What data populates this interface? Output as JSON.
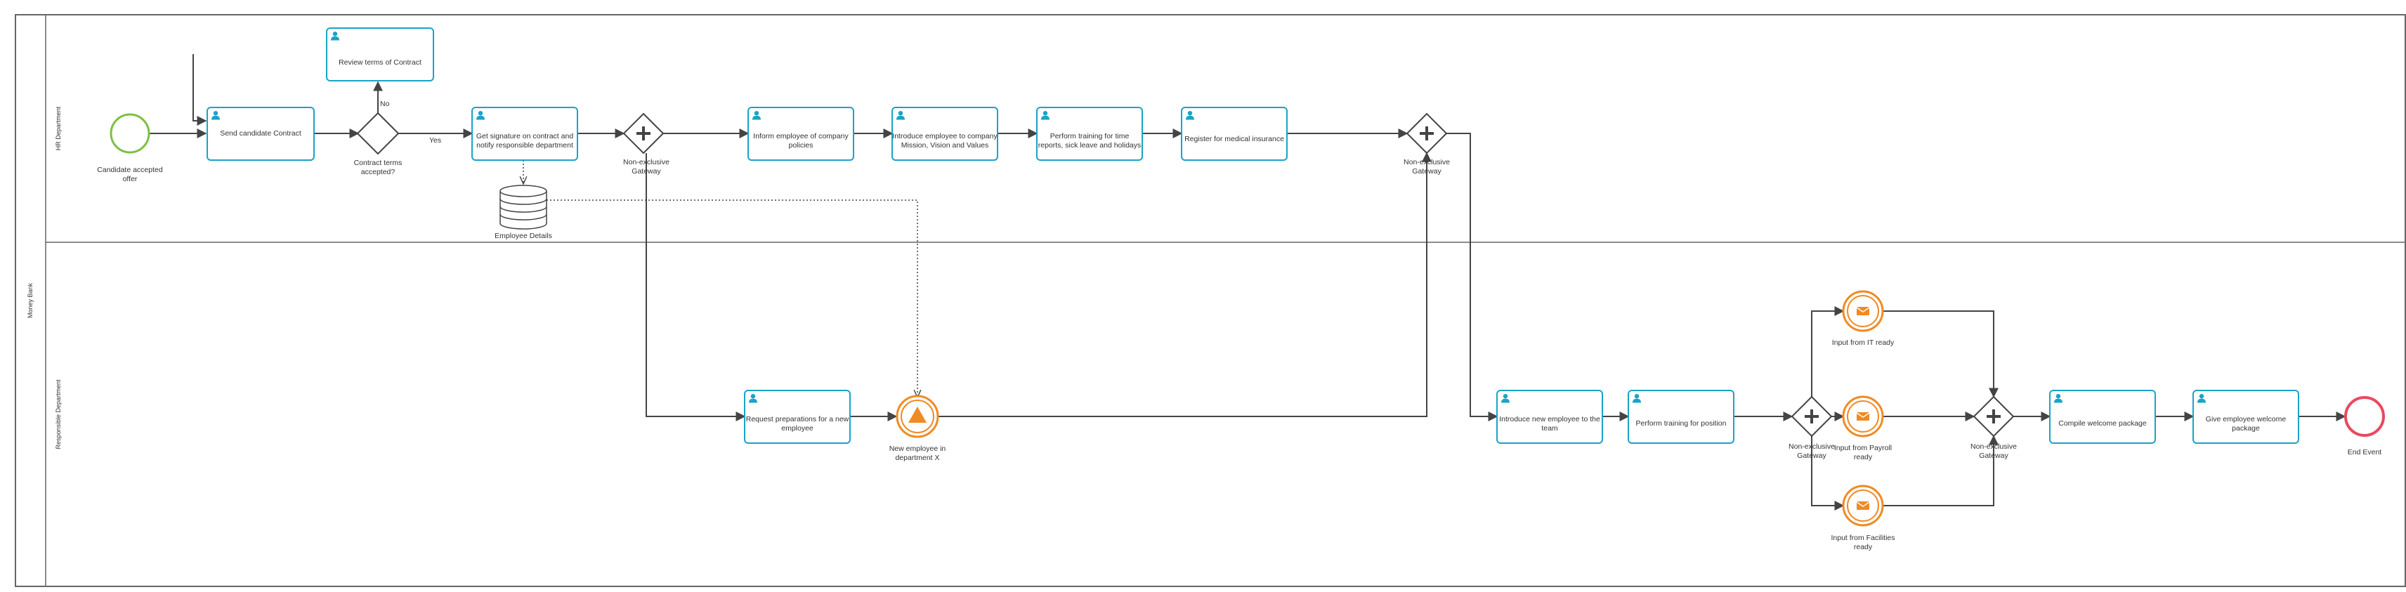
{
  "pool": {
    "name": "Money Bank"
  },
  "lanes": {
    "hr": "HR Department",
    "responsible": "Responsible Department"
  },
  "start_event": {
    "label_lines": [
      "Candidate accepted",
      "offer"
    ]
  },
  "tasks": {
    "send_contract": [
      "Send candidate Contract"
    ],
    "review_terms": [
      "Review terms  of Contract"
    ],
    "get_signature": [
      "Get signature on contract and",
      "notify responsible department"
    ],
    "inform_policies": [
      "Inform employee of company",
      "policies"
    ],
    "introduce_mission": [
      "Introduce employee to company",
      "Mission, Vision and Values"
    ],
    "perform_training_time": [
      "Perform training for time",
      "reports, sick leave and holidays"
    ],
    "register_insurance": [
      "Register for medical insurance"
    ],
    "request_preparations": [
      "Request preparations for a new",
      "employee"
    ],
    "introduce_team": [
      "Introduce new employee to the",
      "team"
    ],
    "perform_training_position": [
      "Perform training for position"
    ],
    "compile_package": [
      "Compile welcome package"
    ],
    "give_package": [
      "Give employee welcome",
      "package"
    ]
  },
  "gateways": {
    "contract_terms": [
      "Contract terms",
      "accepted?"
    ],
    "non_exclusive_hr_1": [
      "Non-exclusive",
      "Gateway"
    ],
    "non_exclusive_hr_2": [
      "Non-exclusive",
      "Gateway"
    ],
    "non_exclusive_rd_split": [
      "Non-exclusive",
      "Gateway"
    ],
    "non_exclusive_rd_join": [
      "Non-exclusive",
      "Gateway"
    ]
  },
  "edge_labels": {
    "no": "No",
    "yes": "Yes"
  },
  "data_store": {
    "label": "Employee Details"
  },
  "intermediate_events": {
    "new_employee": [
      "New employee in",
      "department X"
    ],
    "input_it": [
      "Input from IT ready"
    ],
    "input_payroll": [
      "Input from Payroll",
      "ready"
    ],
    "input_facilities": [
      "Input from Facilities",
      "ready"
    ]
  },
  "end_event": {
    "label_lines": [
      "End Event"
    ]
  },
  "colors": {
    "task_border": "#1aa3c9",
    "user_icon": "#1aa3c9",
    "start_event": "#7cc043",
    "end_event": "#e84a5f",
    "intermediate_event": "#f08a24",
    "line": "#444444",
    "lane_border": "#666666"
  }
}
